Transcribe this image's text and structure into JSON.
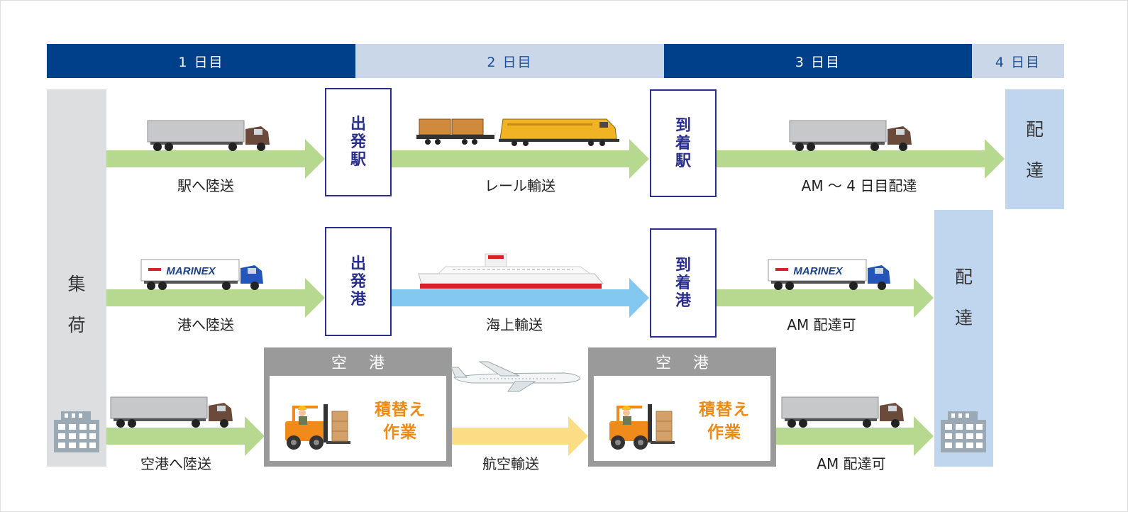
{
  "days": [
    "1 日目",
    "2 日目",
    "3 日目",
    "4 日目"
  ],
  "collection": [
    "集",
    "荷"
  ],
  "delivery_row1": [
    "配",
    "達"
  ],
  "delivery_main": [
    "配",
    "達"
  ],
  "stations": {
    "rail_departure": [
      "出",
      "発",
      "駅"
    ],
    "rail_arrival": [
      "到",
      "着",
      "駅"
    ],
    "port_departure": [
      "出",
      "発",
      "港"
    ],
    "port_arrival": [
      "到",
      "着",
      "港"
    ]
  },
  "labels": {
    "to_station": "駅へ陸送",
    "rail": "レール輸送",
    "rail_delivery": "AM ～ 4 日目配達",
    "to_port": "港へ陸送",
    "sea": "海上輸送",
    "sea_delivery": "AM 配達可",
    "to_airport": "空港へ陸送",
    "air": "航空輸送",
    "air_delivery": "AM 配達可"
  },
  "airport": {
    "title": "空 港",
    "work": [
      "積替え",
      "作業"
    ]
  },
  "truck_brand": "MARINEX",
  "colors": {
    "rail_arrow": "#b6d98f",
    "sea_arrow": "#82c8ef",
    "air_arrow": "#fbdd86",
    "day_dark": "#003f8a",
    "day_light": "#c9d7e8",
    "station_border": "#2a2f8e",
    "work_text": "#ee8a16"
  }
}
